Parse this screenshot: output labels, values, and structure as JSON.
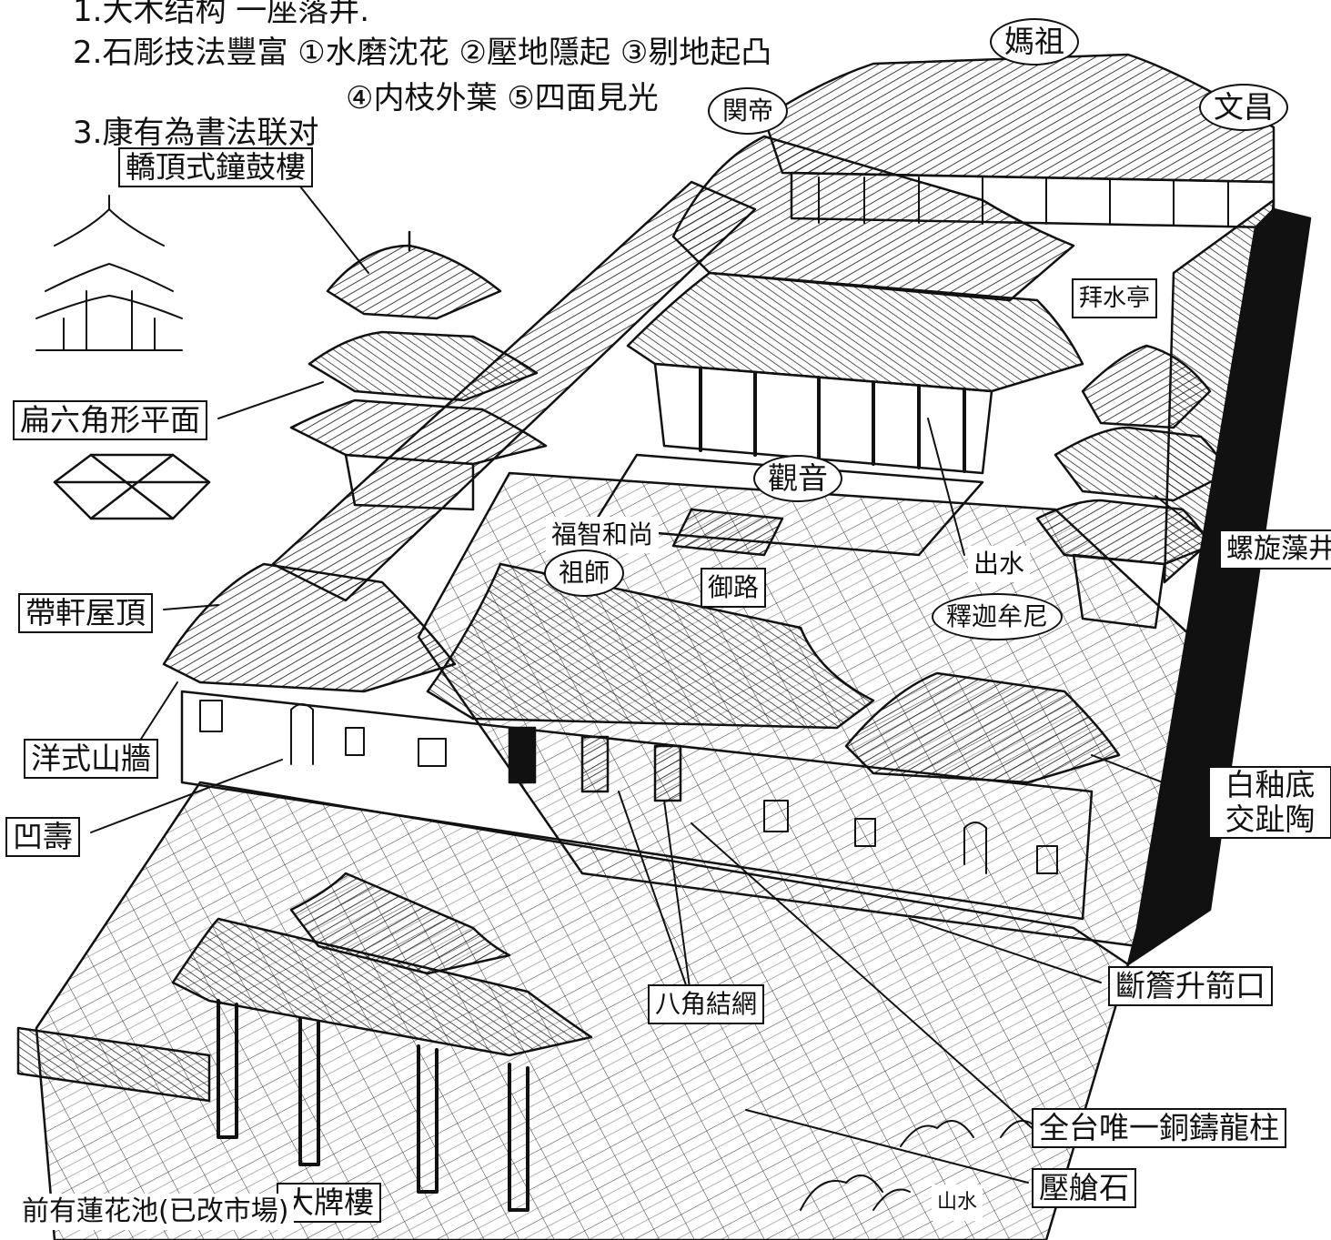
{
  "notes": {
    "n1": "1.大木结构 一座落井.",
    "n2": "2.石彫技法豐富 ①水磨沈花 ②壓地隱起 ③剔地起凸",
    "n3": "④内枝外葉 ⑤四面見光",
    "n4": "3.康有為書法联对"
  },
  "labels": {
    "mazu": "媽祖",
    "wenchang": "文昌",
    "guandi": "関帝",
    "bell_tower": "轎頂式鐘鼓樓",
    "hexagon_plan": "扁六角形平面",
    "hexagon_plan_note": "",
    "guanyin": "觀音",
    "fuzhi_monk": "福智和尚",
    "zushi": "祖師",
    "yulu": "御路",
    "drain": "出水",
    "sakyamuni": "釋迦牟尼",
    "rear_well": "拜水亭",
    "spiral_ceiling": "螺旋藻井",
    "with_eave_roof": "帶軒屋頂",
    "western_gable": "洋式山牆",
    "concave_wall": "凹壽",
    "white_glaze": "白釉底交趾陶",
    "octagon_knot": "八角結網",
    "broken_eave": "斷簷升箭口",
    "gilded_column": "全台唯一銅鑄龍柱",
    "ship_stone": "壓艙石",
    "pailou": "大牌樓",
    "pond_note": "前有蓮花池(已改市場)",
    "landscape": "山水"
  },
  "colors": {
    "ink": "#111111",
    "paper": "#ffffff"
  }
}
